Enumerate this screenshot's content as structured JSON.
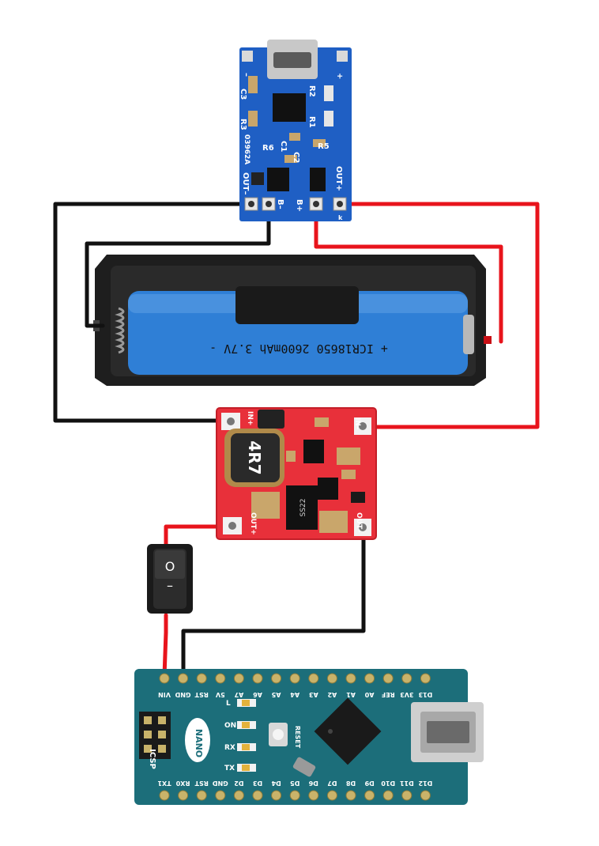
{
  "charger": {
    "labels": [
      "–",
      "+",
      "R2",
      "R1",
      "C3",
      "R3",
      "R6",
      "C1",
      "C2",
      "R5",
      "03962A",
      "OUT–",
      "OUT+",
      "B–",
      "B+",
      "k"
    ],
    "colors": {
      "board": "#1f5fc4",
      "silk": "#ffffff"
    }
  },
  "battery": {
    "label": "+ ICR18650 2600mAh 3.7V -",
    "colors": {
      "cell": "#2f7fd6",
      "holder": "#222222"
    }
  },
  "boost": {
    "labels": [
      "IN+",
      "IN–",
      "OUT+",
      "OUT–",
      "4R7",
      "SS22"
    ],
    "colors": {
      "board": "#e8303a"
    }
  },
  "switch": {
    "labels": [
      "O",
      "–"
    ],
    "colors": {
      "body": "#1a1a1a"
    }
  },
  "arduino": {
    "top_pins": [
      "VIN",
      "GND",
      "RST",
      "5V",
      "A7",
      "A6",
      "A5",
      "A4",
      "A3",
      "A2",
      "A1",
      "A0",
      "REF",
      "3V3",
      "D13"
    ],
    "bottom_pins": [
      "TX1",
      "RX0",
      "RST",
      "GND",
      "D2",
      "D3",
      "D4",
      "D5",
      "D6",
      "D7",
      "D8",
      "D9",
      "D10",
      "D11",
      "D12"
    ],
    "side_labels": [
      "L",
      "ON",
      "RX",
      "TX"
    ],
    "logo": "NANO",
    "reset": "RESET",
    "icsp": "ICSP",
    "colors": {
      "board": "#1c6e7a",
      "silk": "#ffffff"
    }
  },
  "wires": {
    "colors": {
      "positive": "#e8141c",
      "negative": "#111111"
    }
  }
}
